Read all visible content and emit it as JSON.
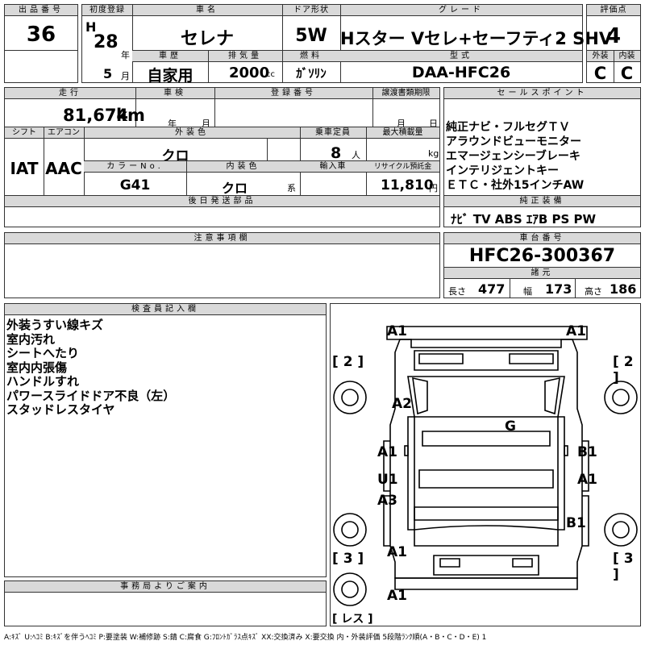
{
  "header": {
    "lot_no_label": "出品番号",
    "lot_no": "36",
    "first_reg_label": "初度登録",
    "era": "H",
    "year": "28",
    "year_unit": "年",
    "month": "5",
    "month_unit": "月",
    "name_label": "車名",
    "name": "セレナ",
    "door_label": "ドア形状",
    "door": "5W",
    "grade_label": "グレード",
    "grade": "Hスター Vセレ+セーフティ2 SHV",
    "score_label": "評価点",
    "score": "4",
    "history_label": "車歴",
    "history": "自家用",
    "displacement_label": "排気量",
    "displacement": "2000",
    "displacement_unit": "cc",
    "fuel_label": "燃料",
    "fuel": "ｶﾞｿﾘﾝ",
    "model_label": "型式",
    "model": "DAA-HFC26",
    "exterior_label": "外装",
    "exterior": "C",
    "interior_label": "内装",
    "interior": "C"
  },
  "row2": {
    "mileage_label": "走行",
    "mileage": "81,674",
    "mileage_unit": "km",
    "inspection_label": "車検",
    "insp_year_unit": "年",
    "insp_month_unit": "月",
    "reg_no_label": "登録番号",
    "transfer_label": "譲渡書類期限",
    "tr_month_unit": "月",
    "tr_day_unit": "日",
    "shift_label": "シフト",
    "shift": "IAT",
    "ac_label": "エアコン",
    "ac": "AAC",
    "ext_color_label": "外装色",
    "ext_color": "クロ",
    "capacity_label": "乗車定員",
    "capacity": "8",
    "capacity_unit": "人",
    "load_label": "最大積載量",
    "load_unit": "kg",
    "color_no_label": "カラーNo.",
    "color_no": "G41",
    "int_color_label": "内装色",
    "int_color": "クロ",
    "int_color_unit": "系",
    "import_label": "輸入車",
    "recycle_label": "リサイクル預託金",
    "recycle": "11,810",
    "recycle_unit": "円",
    "later_label": "後日発送部品"
  },
  "sales": {
    "label": "セールスポイント",
    "points": [
      "純正ナビ・フルセグＴＶ",
      "アラウンドビューモニター",
      "エマージェンシーブレーキ",
      "インテリジェントキー",
      "ＥＴＣ・社外15インチAW"
    ],
    "equip_label": "純正装備",
    "equip": "ﾅﾋﾞ TV ABS ｴｱB PS PW"
  },
  "notes_label": "注意事項欄",
  "chassis": {
    "label": "車台番号",
    "number": "HFC26-300367",
    "spec_label": "諸元",
    "length_label": "長さ",
    "length": "477",
    "width_label": "幅",
    "width": "173",
    "height_label": "高さ",
    "height": "186"
  },
  "inspector": {
    "label": "検査員記入欄",
    "lines": [
      "外装うすい線キズ",
      "室内汚れ",
      "シートへたり",
      "室内内張傷",
      "ハンドルすれ",
      "パワースライドドア不良（左）",
      "スタッドレスタイヤ"
    ]
  },
  "diagram": {
    "marks": [
      "A1",
      "A1",
      "A2",
      "G",
      "A1",
      "B1",
      "U1",
      "A1",
      "A3",
      "B1",
      "A1",
      "A1"
    ],
    "brackets": [
      "[ 2 ]",
      "[ 2 ]",
      "[ 3 ]",
      "[ 3 ]",
      "[ レス ]"
    ]
  },
  "office_label": "事務局よりご案内",
  "legend": "A:ｷｽﾞ U:ﾍｺﾐ B:ｷｽﾞを伴うﾍｺﾐ P:要塗装 W:補修跡 S:錆 C:腐食 G:ﾌﾛﾝﾄｶﾞﾗｽ点ｷｽﾞ XX:交換済み X:要交換 内・外装評価 5段階ﾗﾝｸ順(A・B・C・D・E) 1"
}
